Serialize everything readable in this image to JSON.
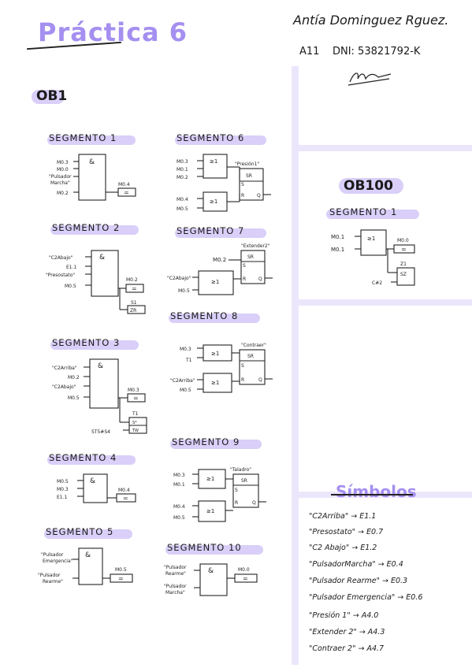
{
  "header": {
    "title": "Práctica 6",
    "author": "Antía Dominguez Rguez.",
    "group": "A11",
    "dni": "DNI: 53821792-K"
  },
  "ob1": {
    "label": "OB1",
    "segments": [
      {
        "id": "s1",
        "title": "SEGMENTO 1",
        "gate": "&",
        "inputs": [
          "M0.3",
          "M0.0",
          "\"Pulsador",
          "Marcha\"",
          "M0.2"
        ],
        "out_label": "M0.4",
        "out_coil": "="
      },
      {
        "id": "s2",
        "title": "SEGMENTO 2",
        "gate": "&",
        "inputs": [
          "\"C2Abajo\"",
          "E1.1",
          "\"Presostato\"",
          "M0.5"
        ],
        "out_label": "M0.2",
        "out_coil": "=",
        "out2_label": "S1",
        "out2_coil": "ZR"
      },
      {
        "id": "s3",
        "title": "SEGMENTO 3",
        "gate": "&",
        "inputs": [
          "\"C2Arriba\"",
          "M0.2",
          "\"C2Abajo\"",
          "M0.5"
        ],
        "out_label": "M0.3",
        "out_coil": "=",
        "timer_label": "T1",
        "timer_s": "S*",
        "timer_tw": "TW",
        "timer_in": "ST5#S4"
      },
      {
        "id": "s4",
        "title": "SEGMENTO 4",
        "gate": "&",
        "inputs": [
          "M0.5",
          "M0.3",
          "E1.1"
        ],
        "out_label": "M0.4",
        "out_coil": "="
      },
      {
        "id": "s5",
        "title": "SEGMENTO 5",
        "gate": "&",
        "inputs": [
          "\"Pulsador",
          "Emergencia\"",
          "\"Pulsador",
          "Rearme\""
        ],
        "out_label": "M0.5",
        "out_coil": "="
      },
      {
        "id": "s6",
        "title": "SEGMENTO 6",
        "or": "≥1",
        "or_inputs": [
          "M0.3",
          "M0.1",
          "M0.2"
        ],
        "or2_inputs": [
          "M0.4",
          "M0.5"
        ],
        "sr_label": "\"Presión1\"",
        "sr": "SR",
        "s": "S",
        "r": "R",
        "q": "Q"
      },
      {
        "id": "s7",
        "title": "SEGMENTO 7",
        "or": "≥1",
        "or_inputs": [
          "\"C2Abajo\"",
          "M0.5"
        ],
        "top_input": "M0.2",
        "sr_label": "\"Extender2\"",
        "sr": "SR",
        "s": "S",
        "r": "R",
        "q": "Q"
      },
      {
        "id": "s8",
        "title": "SEGMENTO 8",
        "or": "≥1",
        "or_inputs": [
          "M0.3",
          "T1"
        ],
        "or2_inputs": [
          "\"C2Arriba\"",
          "M0.5"
        ],
        "sr_label": "\"Contraer\"",
        "sr": "SR",
        "s": "S",
        "r": "R",
        "q": "Q"
      },
      {
        "id": "s9",
        "title": "SEGMENTO 9",
        "or": "≥1",
        "or_inputs": [
          "M0.3",
          "M0.1"
        ],
        "or2_inputs": [
          "M0.4",
          "M0.5"
        ],
        "sr_label": "\"Taladro\"",
        "sr": "SR",
        "s": "S",
        "r": "R",
        "q": "Q"
      },
      {
        "id": "s10",
        "title": "SEGMENTO 10",
        "gate": "&",
        "inputs": [
          "\"Pulsador",
          "Rearme\"",
          "\"Pulsador",
          "Marcha\""
        ],
        "out_label": "M0.0",
        "out_coil": "="
      }
    ]
  },
  "ob100": {
    "label": "OB100",
    "seg_title": "SEGMENTO 1",
    "or": "≥1",
    "inputs": [
      "M0.1",
      "M0.1"
    ],
    "out1_label": "M0.0",
    "out1_coil": "=",
    "out2_label": "Z1",
    "out2_coil": "SZ",
    "out2_in": "C#2"
  },
  "symbols": {
    "title": "Símbolos",
    "items": [
      "\"C2Arriba\" → E1.1",
      "\"Presostato\" → E0.7",
      "\"C2 Abajo\" → E1.2",
      "\"PulsadorMarcha\" → E0.4",
      "\"Pulsador Rearme\" → E0.3",
      "\"Pulsador Emergencia\" → E0.6",
      "\"Presión 1\" → A4.0",
      "\"Extender 2\" → A4.3",
      "\"Contraer 2\" → A4.7"
    ]
  },
  "colors": {
    "accent": "#a58ff0",
    "pill": "#d9cff8",
    "band": "#ece6fc",
    "ink": "#1a1a1a"
  }
}
